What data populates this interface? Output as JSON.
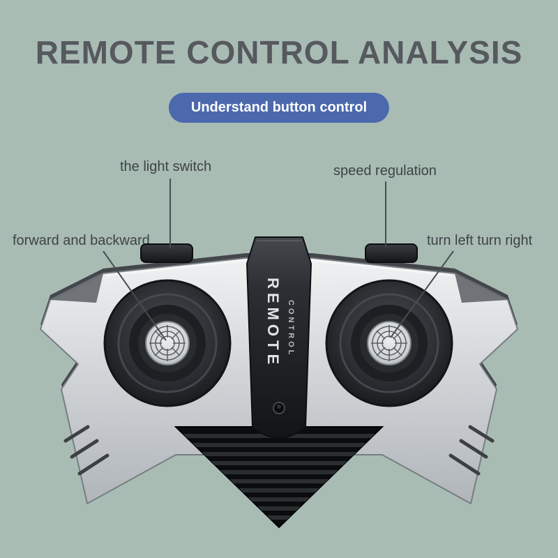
{
  "title": "REMOTE CONTROL ANALYSIS",
  "badge": "Understand button control",
  "callouts": {
    "light_switch": "the light switch",
    "speed_regulation": "speed regulation",
    "forward_backward": "forward and backward",
    "turn_left_right": "turn left turn right"
  },
  "device": {
    "brand_top": "REMOTE",
    "brand_bottom": "CONTROL"
  },
  "colors": {
    "background": "#a9bcb4",
    "title_text": "#56595e",
    "badge_bg": "#4b69ac",
    "badge_text": "#ffffff",
    "label_text": "#3d4347",
    "leader_line": "#474c50",
    "body_silver": "#d3d6d9",
    "device_dark": "#1b1d1f"
  }
}
